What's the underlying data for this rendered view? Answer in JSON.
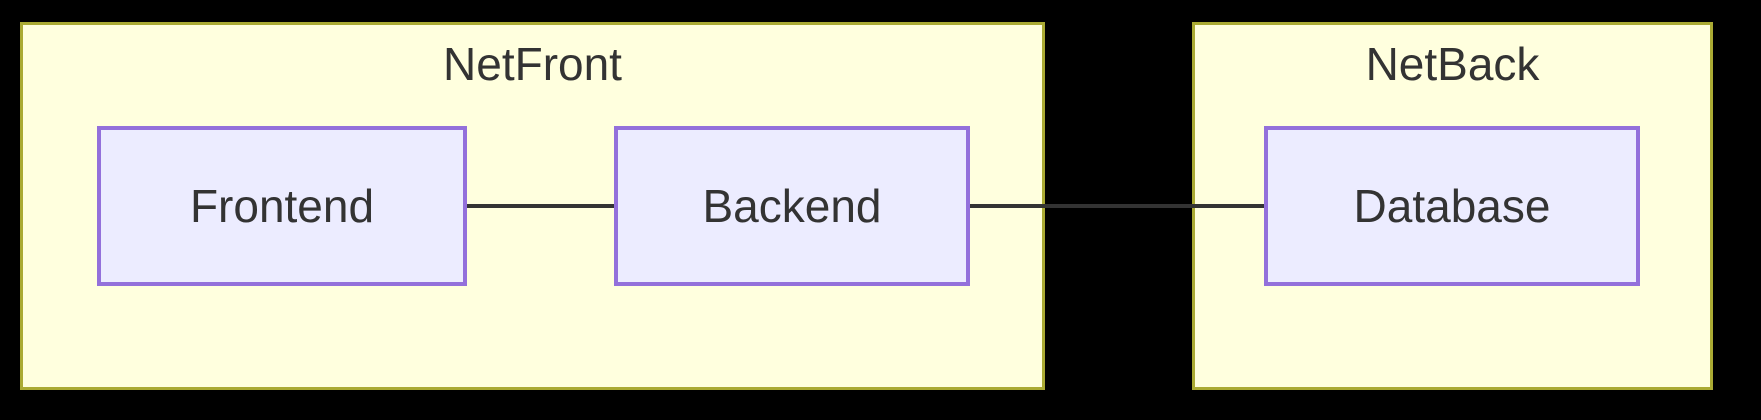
{
  "diagram": {
    "type": "flowchart",
    "background_color": "#000000",
    "clusters": [
      {
        "id": "NetFront",
        "label": "NetFront"
      },
      {
        "id": "NetBack",
        "label": "NetBack"
      }
    ],
    "nodes": [
      {
        "id": "Frontend",
        "label": "Frontend",
        "cluster": "NetFront"
      },
      {
        "id": "Backend",
        "label": "Backend",
        "cluster": "NetFront"
      },
      {
        "id": "Database",
        "label": "Database",
        "cluster": "NetBack"
      }
    ],
    "edges": [
      {
        "from": "Frontend",
        "to": "Backend",
        "style": "plain-line"
      },
      {
        "from": "Backend",
        "to": "Database",
        "style": "plain-line"
      }
    ],
    "colors": {
      "background_color": "#000000",
      "cluster_fill": "#ffffde",
      "cluster_border": "#aaaa33",
      "node_fill": "#ececff",
      "node_border": "#9370db",
      "edge_line": "#333333",
      "text": "#333333"
    }
  }
}
